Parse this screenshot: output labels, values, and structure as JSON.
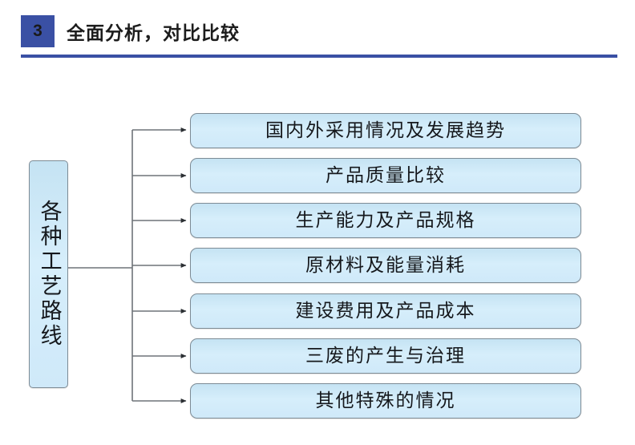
{
  "header": {
    "badge_number": "3",
    "title": "全面分析，对比比较",
    "accent_color": "#3A50A4",
    "badge_icon": "number-badge",
    "rule_icon": "horizontal-rule"
  },
  "diagram": {
    "type": "tree",
    "orientation": "left-to-right",
    "node_fill": "#CFE9F9",
    "node_border": "#7D8B95",
    "connector_color": "#6E7378",
    "root": {
      "label": "各种工艺路线",
      "text_direction": "vertical"
    },
    "branches": [
      {
        "label": "国内外采用情况及发展趋势"
      },
      {
        "label": "产品质量比较"
      },
      {
        "label": "生产能力及产品规格"
      },
      {
        "label": "原材料及能量消耗"
      },
      {
        "label": "建设费用及产品成本"
      },
      {
        "label": "三废的产生与治理"
      },
      {
        "label": "其他特殊的情况"
      }
    ]
  }
}
